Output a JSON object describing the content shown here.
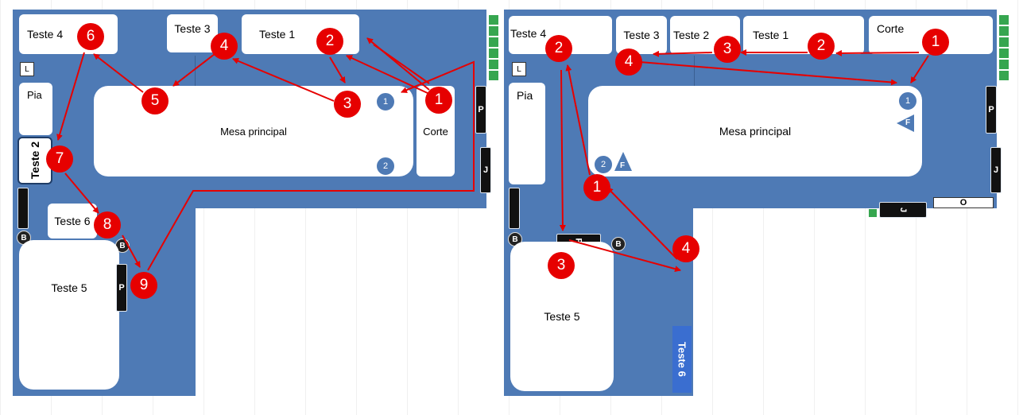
{
  "left_plan": {
    "teste4": "Teste 4",
    "teste3": "Teste 3",
    "teste1": "Teste 1",
    "l": "L",
    "pia": "Pia",
    "teste2": "Teste 2",
    "mesa": "Mesa principal",
    "corte": "Corte",
    "teste6": "Teste 6",
    "teste5": "Teste 5",
    "b1": "B",
    "b2": "B",
    "p": "P",
    "p_right": "P",
    "j_right": "J",
    "blue1": "1",
    "blue2": "2",
    "steps": [
      "1",
      "2",
      "3",
      "4",
      "5",
      "6",
      "7",
      "8",
      "9"
    ]
  },
  "right_plan": {
    "teste4": "Teste 4",
    "teste3": "Teste 3",
    "teste2": "Teste 2",
    "teste1": "Teste 1",
    "corte": "Corte",
    "l": "L",
    "pia": "Pia",
    "mesa": "Mesa principal",
    "blue1": "1",
    "blue2": "2",
    "f1": "F",
    "f2": "F",
    "p_right": "P",
    "j_right": "J",
    "j_bottom": "J",
    "o": "O",
    "b1": "B",
    "b2": "B",
    "p_small": "P",
    "teste5": "Teste 5",
    "teste6": "Teste 6",
    "steps_top": [
      "1",
      "2",
      "3",
      "4"
    ],
    "steps_bottom": [
      "1",
      "2",
      "3",
      "4"
    ]
  },
  "colors": {
    "floor": "#4e7ab5",
    "arrow": "#e60000",
    "marker": "#e60000",
    "green": "#36a64f"
  }
}
